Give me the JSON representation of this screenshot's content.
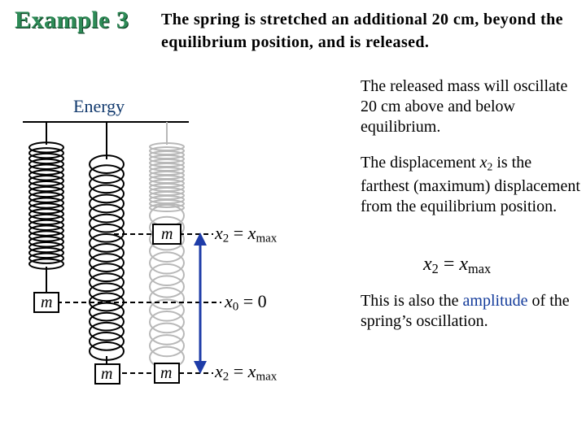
{
  "title": "Example 3",
  "header": "The spring is stretched an additional 20 cm, beyond the equilibrium position, and is released.",
  "energy_label": "Energy",
  "notes": {
    "n1": "The released mass will oscillate 20 cm above and below equilibrium.",
    "n2_pre": "The displacement",
    "n2_var": "x",
    "n2_sub": "2",
    "n2_post": "is the farthest (maximum) displacement from the equilibrium position.",
    "n3_pre": "This is also the",
    "n3_highlight": "amplitude",
    "n3_post": "of the spring’s oscillation."
  },
  "big_equation": {
    "lhs": "x",
    "lhs_sub": "2",
    "rhs": "x",
    "rhs_sub": "max",
    "eq": " = "
  },
  "diagram": {
    "mass_label": "m",
    "eq_top": {
      "lhs": "x",
      "lhs_sub": "2",
      "rhs": "x",
      "rhs_sub": "max",
      "eq": " = "
    },
    "eq_mid": {
      "lhs": "x",
      "lhs_sub": "0",
      "rhs": "0",
      "eq": " = "
    },
    "eq_bot": {
      "lhs": "x",
      "lhs_sub": "2",
      "rhs": "x",
      "rhs_sub": "max",
      "eq": " = "
    }
  },
  "colors": {
    "title": "#2e8b57",
    "energy": "#123a6e",
    "highlight": "#123a9a",
    "arrow": "#1e3ca8",
    "ghost_spring": "#b8b8b8"
  }
}
